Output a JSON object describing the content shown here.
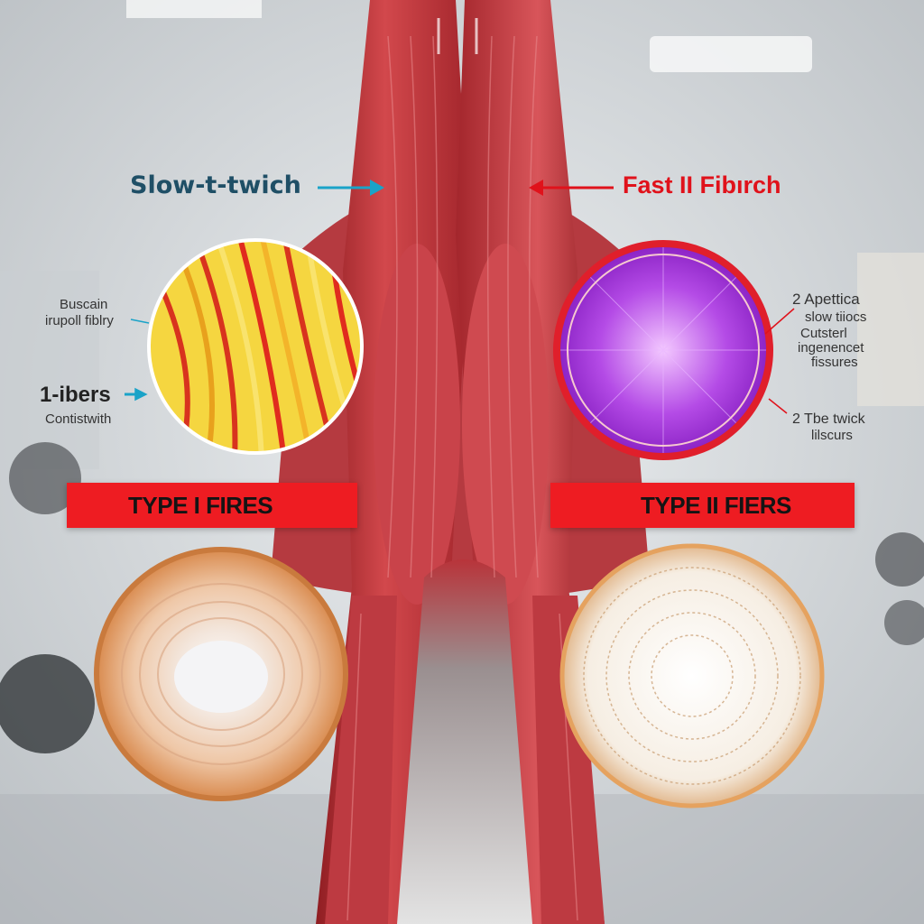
{
  "labels": {
    "slow_twitch": "Slow-t-twich",
    "fast_fiber": "Fast II Fibırch",
    "left_upper_1": "Buscain",
    "left_upper_2": "irupoll fiblry",
    "left_fibers": "1-ibers",
    "left_contract": "Contistwith",
    "right_1": "2 Apettica",
    "right_2": "slow tiiocs",
    "right_3": "Cutsterl",
    "right_4": "ingenencet",
    "right_5": "fissures",
    "right_6": "2 Tbe twick",
    "right_7": "lilscurs"
  },
  "banners": {
    "left": "TYPE I FIRES",
    "right": "TYPE II FIERS"
  },
  "colors": {
    "accent_red": "#ee1c22",
    "arrow_blue": "#1aa3c8",
    "muscle_red": "#c8323a"
  }
}
